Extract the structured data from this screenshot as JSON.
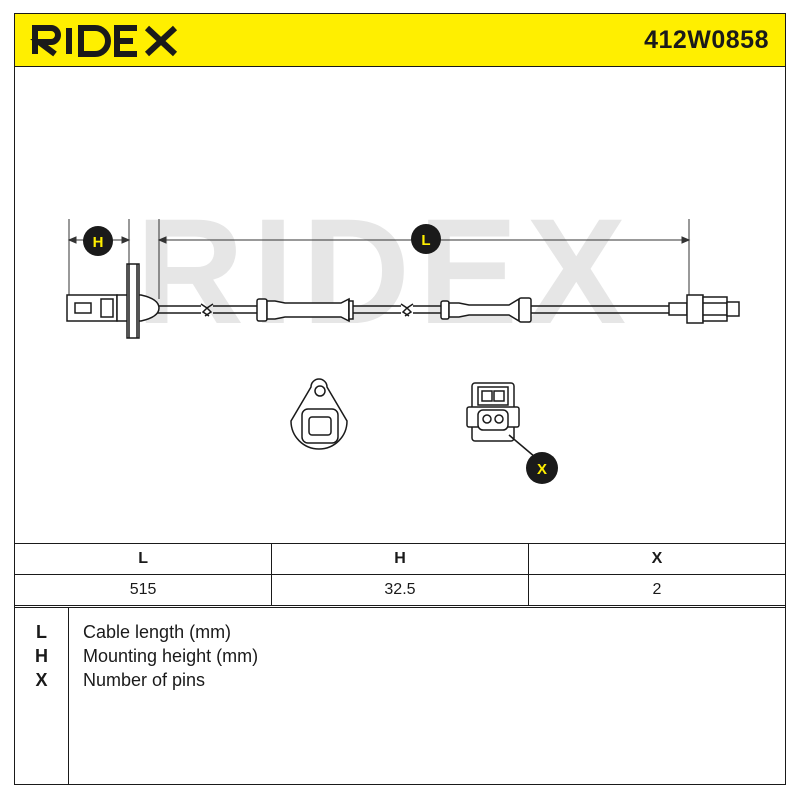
{
  "header": {
    "brand": "RIDEX",
    "part_number": "412W0858",
    "accent_color": "#FFEF00"
  },
  "drawing": {
    "watermark": "RIDEX",
    "callouts": {
      "h": "H",
      "l": "L",
      "x": "X"
    }
  },
  "specs": {
    "columns": [
      "L",
      "H",
      "X"
    ],
    "values": [
      "515",
      "32.5",
      "2"
    ]
  },
  "legend": [
    {
      "key": "L",
      "text": "Cable length (mm)"
    },
    {
      "key": "H",
      "text": "Mounting height (mm)"
    },
    {
      "key": "X",
      "text": "Number of pins"
    }
  ]
}
